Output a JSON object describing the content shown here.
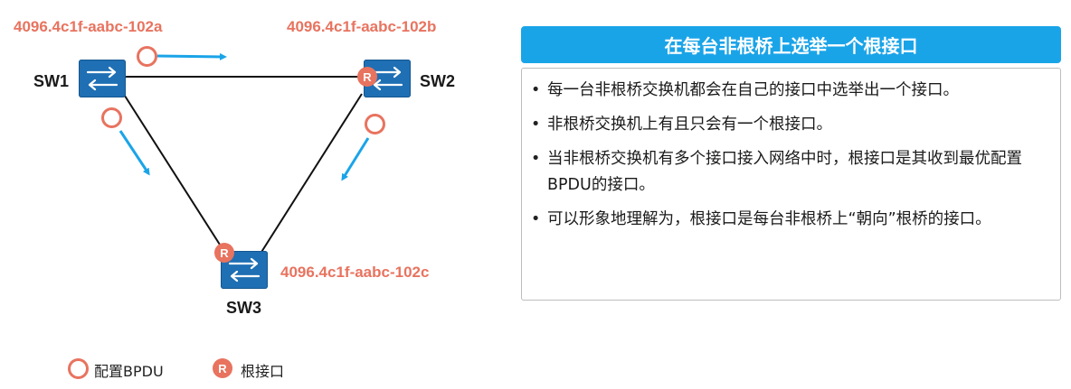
{
  "diagram": {
    "switches": [
      {
        "id": "sw1",
        "label": "SW1",
        "mac": "4096.4c1f-aabc-102a"
      },
      {
        "id": "sw2",
        "label": "SW2",
        "mac": "4096.4c1f-aabc-102b"
      },
      {
        "id": "sw3",
        "label": "SW3",
        "mac": "4096.4c1f-aabc-102c"
      }
    ],
    "root_port_badge": "R",
    "colors": {
      "switch": "#1f6fb4",
      "accent": "#e8735f",
      "arrow": "#1aa4e8",
      "link": "#111111"
    }
  },
  "legend": {
    "bpdu_label": "配置BPDU",
    "root_port_label": "根接口",
    "root_port_symbol": "R"
  },
  "panel": {
    "title": "在每台非根桥上选举一个根接口",
    "bullets": [
      "每一台非根桥交换机都会在自己的接口中选举出一个接口。",
      "非根桥交换机上有且只会有一个根接口。",
      "当非根桥交换机有多个接口接入网络中时，根接口是其收到最优配置BPDU的接口。",
      "可以形象地理解为，根接口是每台非根桥上“朝向”根桥的接口。"
    ]
  }
}
